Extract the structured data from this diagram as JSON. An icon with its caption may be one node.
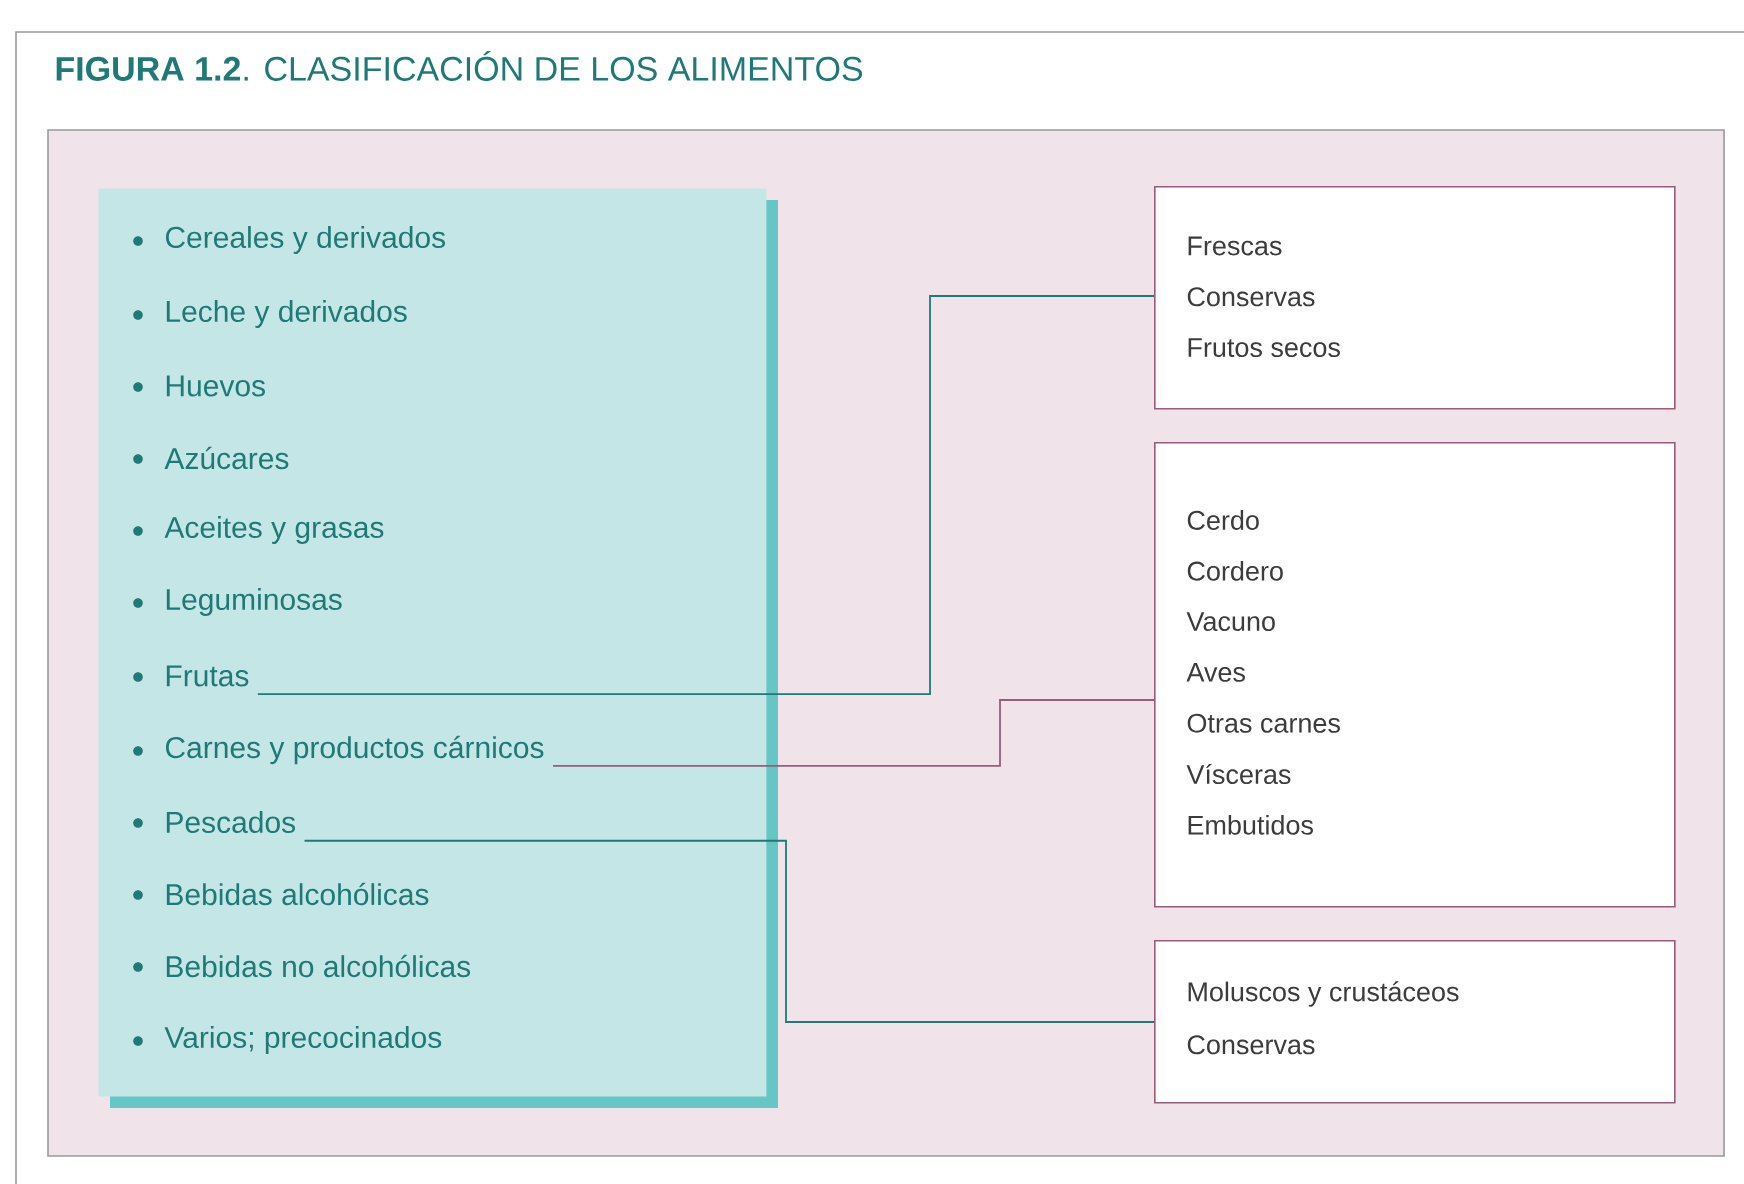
{
  "diagram": {
    "title": "**FIGURA 1.2**. CLASIFICACIÓN DE LOS ALIMENTOS",
    "nodes": [
      {
        "text": [],
        "shape": "box"
      },
      {
        "text": [
          "Cereales y derivados"
        ],
        "in": 0
      },
      {
        "text": [
          "Leche y derivados"
        ],
        "in": 0
      },
      {
        "text": [
          "Huevos"
        ],
        "in": 0
      },
      {
        "text": [
          "Azúcares"
        ],
        "in": 0
      },
      {
        "text": [
          "Aceites y grasas"
        ],
        "in": 0
      },
      {
        "text": [
          "Leguminosas"
        ],
        "in": 0
      },
      {
        "text": [
          "Frutas"
        ],
        "in": 0
      },
      {
        "text": [
          "Carnes y productos cárnicos"
        ],
        "in": 0
      },
      {
        "text": [
          "Pescados"
        ],
        "in": 0
      },
      {
        "text": [
          "Bebidas alcohólicas"
        ],
        "in": 0
      },
      {
        "text": [
          "Bebidas no alcohólicas"
        ],
        "in": 0
      },
      {
        "text": [
          "Varios; precocinados"
        ],
        "in": 0
      },
      {
        "text": [
          "Frescas",
          "Conservas",
          "Frutos secos"
        ]
      },
      {
        "text": [
          "Cerdo",
          "Cordero",
          "Vacuno",
          "Aves",
          "Otras carnes",
          "Vísceras",
          "Embutidos"
        ]
      },
      {
        "text": [
          "Moluscos y crustáceos",
          "Conservas"
        ]
      }
    ],
    "edges": [
      {
        "from": 7,
        "to": 13,
        "arrow": "none"
      },
      {
        "from": 8,
        "to": 14,
        "arrow": "none",
        "color": "#9c5a7c"
      },
      {
        "from": 9,
        "to": 15,
        "arrow": "none"
      }
    ]
  }
}
